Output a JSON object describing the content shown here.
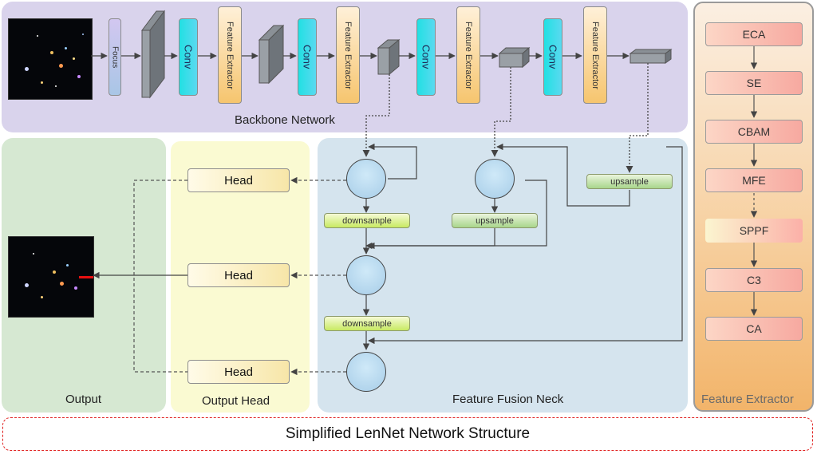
{
  "panels": {
    "backbone": "Backbone Network",
    "output": "Output",
    "output_head": "Output Head",
    "neck": "Feature Fusion Neck",
    "feature_extractor": "Feature Extractor"
  },
  "backbone": {
    "focus": "Focus",
    "conv": "Conv",
    "feature_extractor": "Feature Extractor"
  },
  "neck": {
    "downsample": "downsample",
    "upsample": "upsample"
  },
  "heads": [
    "Head",
    "Head",
    "Head"
  ],
  "feature_extractor_modules": [
    "ECA",
    "SE",
    "CBAM",
    "MFE",
    "SPPF",
    "C3",
    "CA"
  ],
  "footer_title": "Simplified LenNet Network Structure",
  "colors": {
    "backbone_bg": "#d9d3ec",
    "output_bg": "#d6e8d2",
    "output_head_bg": "#fafad2",
    "neck_bg": "#d5e4ee",
    "conv": "#22e0e3",
    "footer_border": "#e0201f"
  }
}
